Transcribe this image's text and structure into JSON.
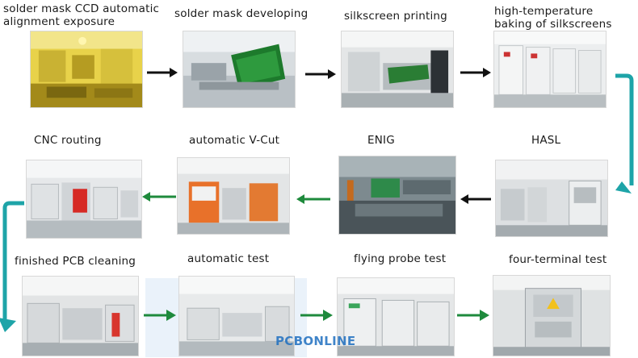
{
  "steps": [
    {
      "label": "solder mask CCD automatic\nalignment exposure",
      "theme": "yellow-cleanroom"
    },
    {
      "label": "solder mask developing",
      "theme": "green-pcb"
    },
    {
      "label": "silkscreen printing",
      "theme": "white-machine"
    },
    {
      "label": "high-temperature\nbaking of silkscreens",
      "theme": "ovens"
    },
    {
      "label": "HASL",
      "theme": "hall-machines"
    },
    {
      "label": "ENIG",
      "theme": "plating-line"
    },
    {
      "label": "automatic V-Cut",
      "theme": "orange-machines"
    },
    {
      "label": "CNC routing",
      "theme": "red-machines"
    },
    {
      "label": "finished PCB cleaning",
      "theme": "cleaning-line"
    },
    {
      "label": "automatic test",
      "theme": "test-lab"
    },
    {
      "label": "flying probe test",
      "theme": "probe-machines"
    },
    {
      "label": "four-terminal test",
      "theme": "press-machine"
    }
  ],
  "colors": {
    "arrow_black": "#111111",
    "arrow_green": "#1e8a3c",
    "connector_teal": "#1ea4a8"
  },
  "watermark": "PCBONLINE"
}
